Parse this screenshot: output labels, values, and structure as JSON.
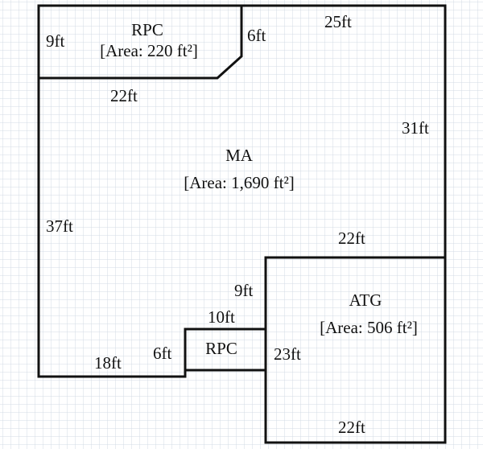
{
  "rooms": {
    "rpc_top": {
      "name": "RPC",
      "area": "[Area: 220 ft²]"
    },
    "ma": {
      "name": "MA",
      "area": "[Area: 1,690 ft²]"
    },
    "atg": {
      "name": "ATG",
      "area": "[Area: 506 ft²]"
    },
    "rpc_small": {
      "name": "RPC"
    }
  },
  "dimensions": {
    "rpc_left": "9ft",
    "rpc_right": "6ft",
    "top": "25ft",
    "rpc_bottom": "22ft",
    "right": "31ft",
    "left": "37ft",
    "atg_top": "22ft",
    "atg_left_upper": "9ft",
    "rpc_small_top": "10ft",
    "rpc_small_left": "6ft",
    "bottom_left": "18ft",
    "atg_left": "23ft",
    "atg_bottom": "22ft"
  },
  "colors": {
    "grid": "#d3dbe4",
    "wall": "#111111",
    "background": "#ffffff"
  }
}
